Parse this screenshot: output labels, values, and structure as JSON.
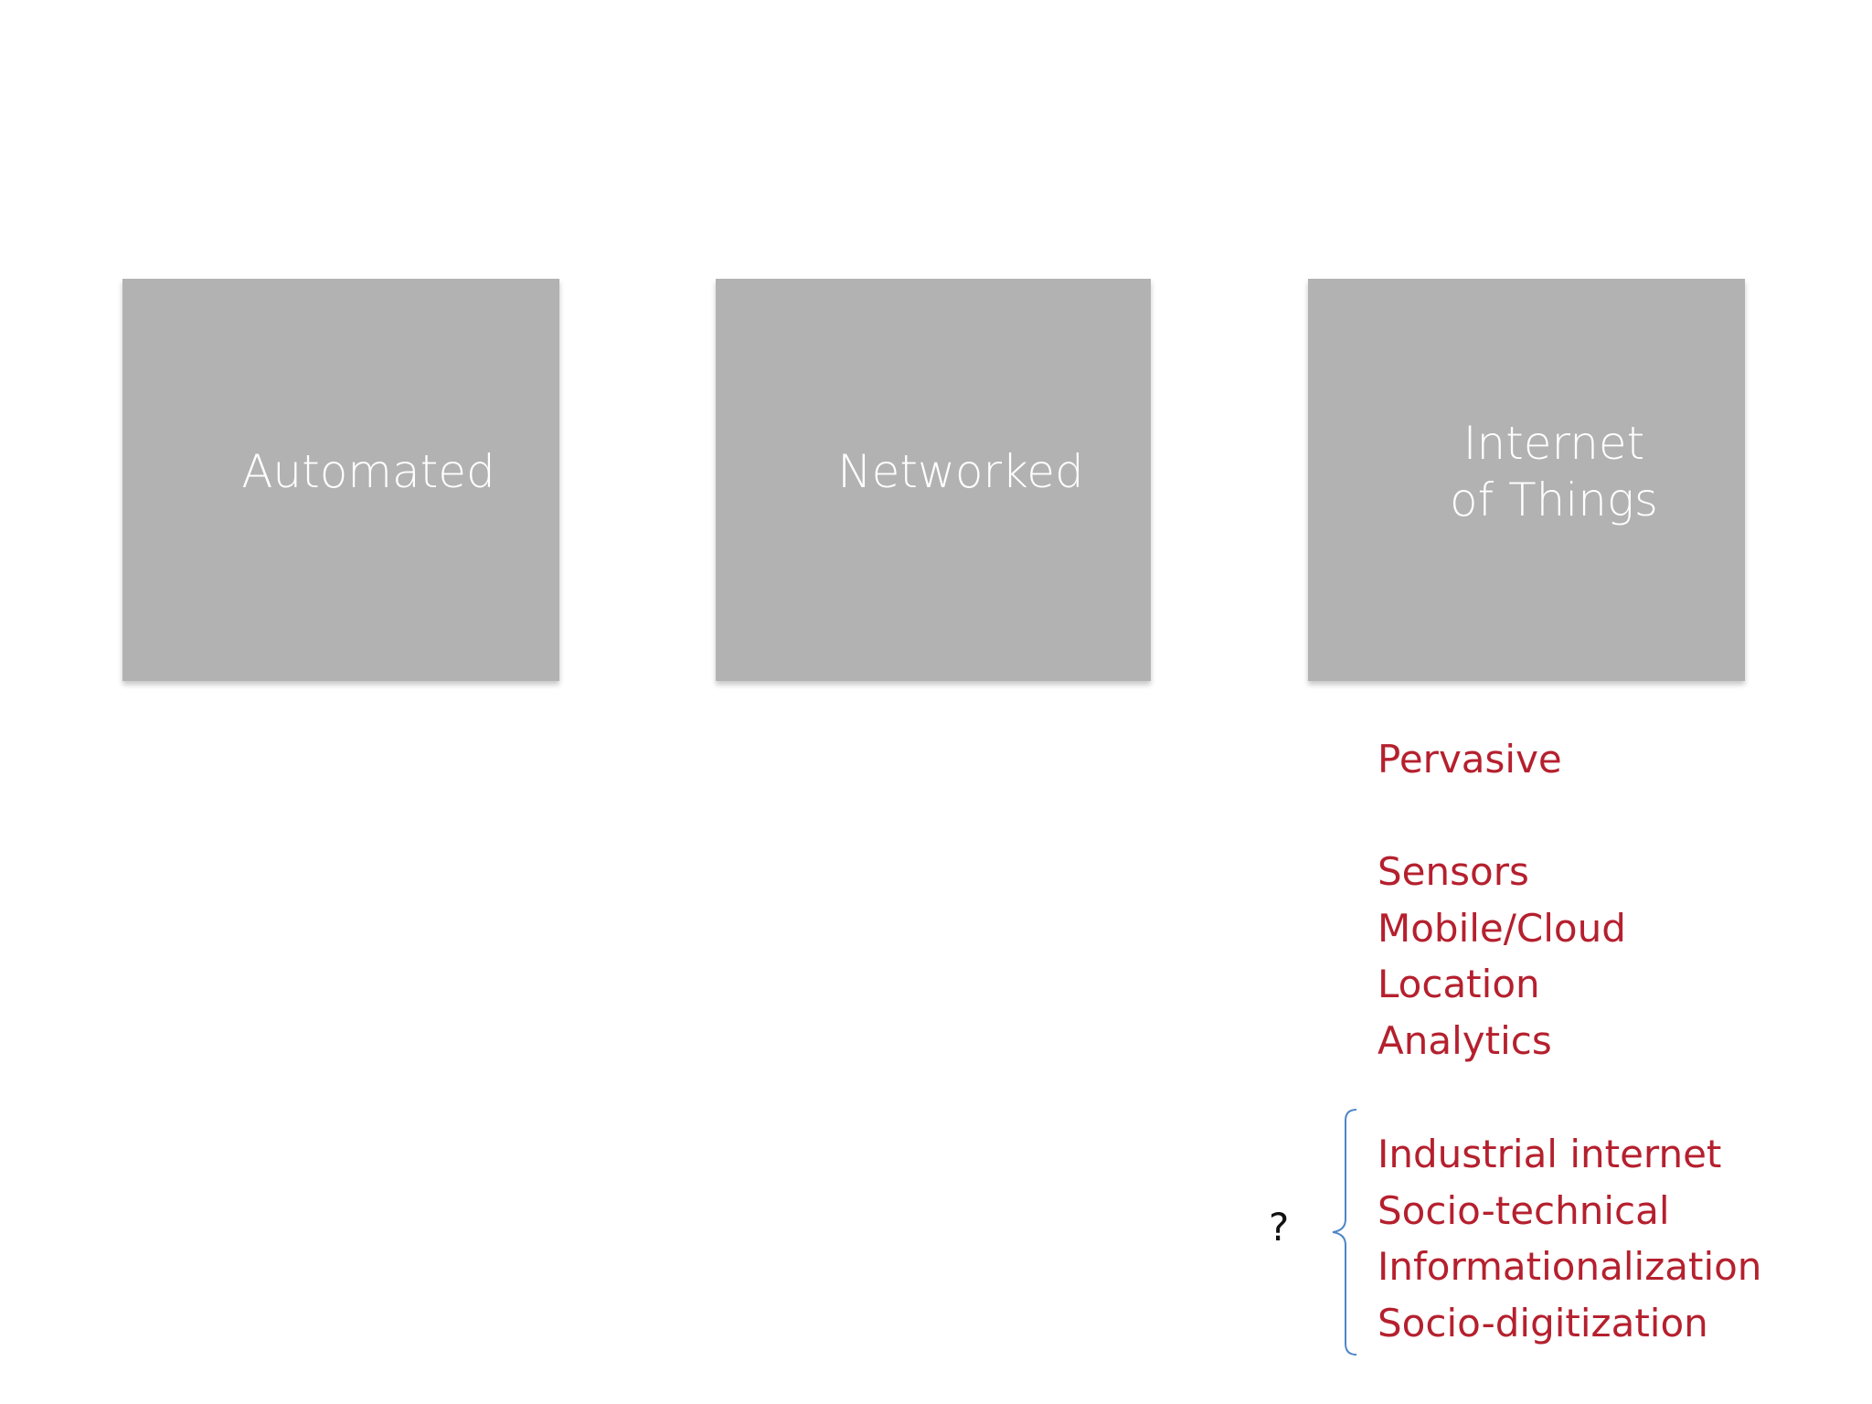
{
  "stages": [
    {
      "label": "Automated"
    },
    {
      "label": "Networked"
    },
    {
      "label": "Internet\nof Things"
    }
  ],
  "heading": "Pervasive",
  "tech_items": [
    "Sensors",
    "Mobile/Cloud",
    "Location",
    "Analytics"
  ],
  "bracket_mark": "?",
  "term_items": [
    "Industrial internet",
    "Socio-technical",
    "Informationalization",
    "Socio-digitization"
  ],
  "colors": {
    "chevron_fill": "#b2b2b2",
    "chevron_text": "#ffffff",
    "list_text": "#b5202e",
    "brace": "#4f86c6"
  }
}
